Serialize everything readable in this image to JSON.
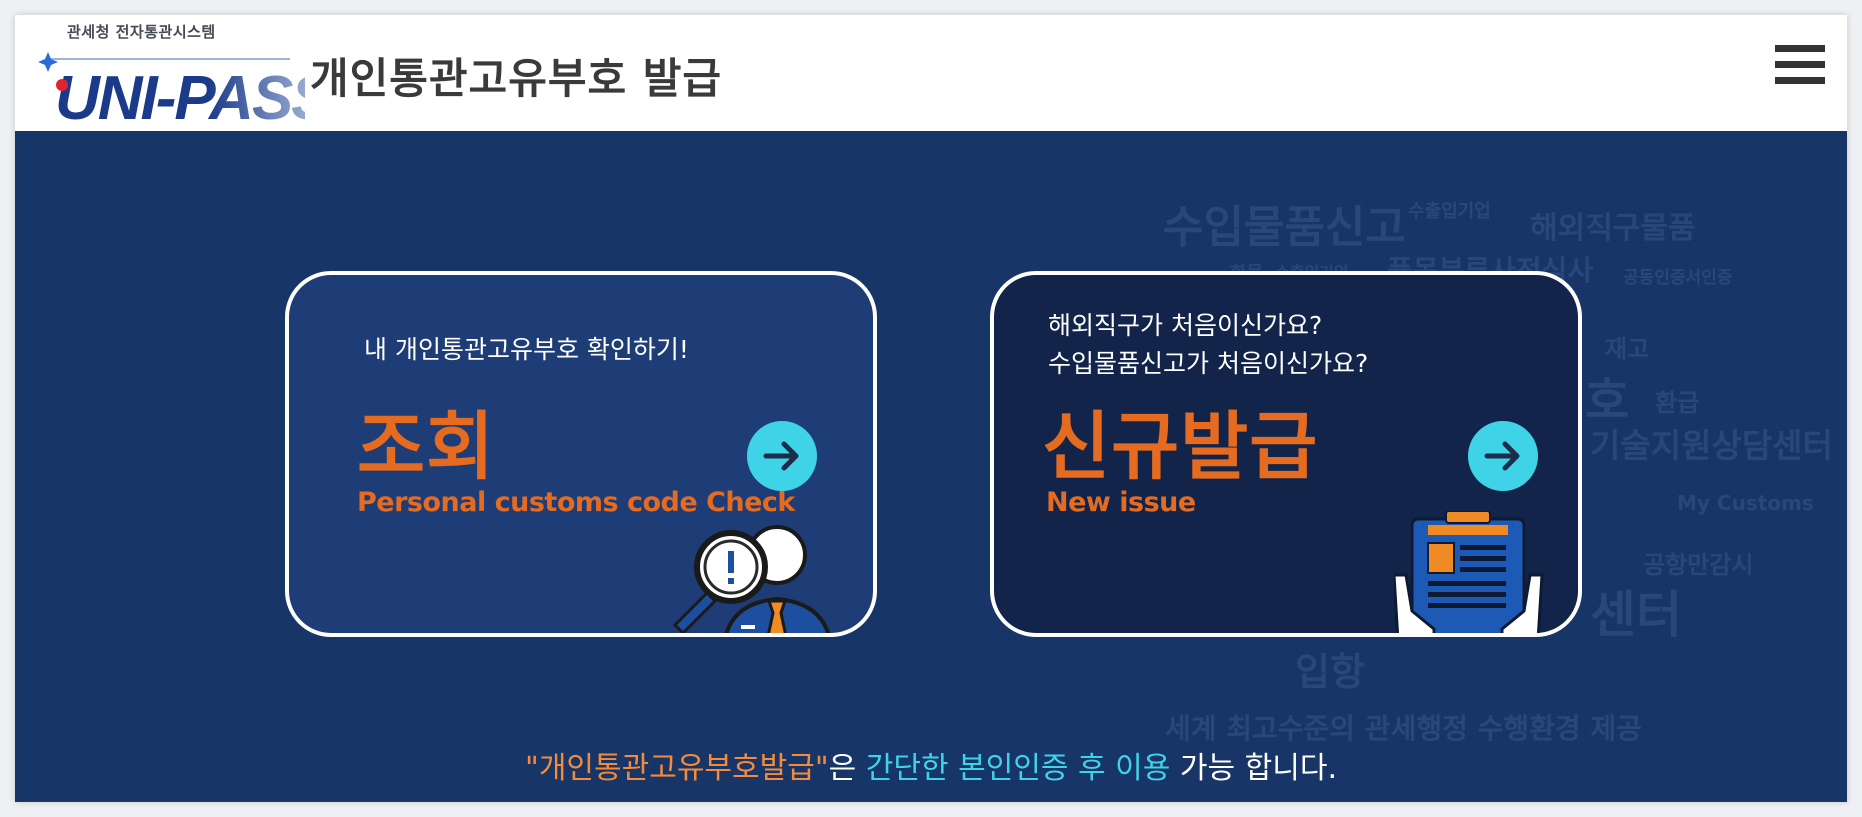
{
  "header": {
    "logo_caption": "관세청 전자통관시스템",
    "logo_text": "UNI-PASS",
    "title": "개인통관고유부호  발급",
    "menu_icon": "hamburger-menu-icon"
  },
  "cards": {
    "check": {
      "subtitle": "내 개인통관고유부호 확인하기!",
      "title": "조회",
      "english": "Personal customs code Check",
      "arrow_icon": "arrow-right-icon",
      "illustration": "magnifier-person-icon"
    },
    "new": {
      "subtitle_line1": "해외직구가 처음이신가요?",
      "subtitle_line2": "수입물품신고가 처음이신가요?",
      "title": "신규발급",
      "english": "New issue",
      "arrow_icon": "arrow-right-icon",
      "illustration": "clipboard-hands-icon"
    }
  },
  "footer": {
    "part1": "\"개인통관고유부호발급\"",
    "part2": "은 ",
    "part3": "간단한 본인인증 후 이용",
    "part4": " 가능 합니다."
  },
  "background_words": [
    "수입물품신고",
    "수출입기업",
    "해외직구물품",
    "화물",
    "수출입기업",
    "품목분류사전심사",
    "공동인증서인증",
    "재고",
    "호",
    "환급",
    "기술지원상담센터",
    "My Customs",
    "공항만감시",
    "센터",
    "세계 최고수준의 관세행정 수행환경 제공",
    "입항"
  ],
  "colors": {
    "hero_bg": "#173566",
    "card_check_bg": "#1e3d77",
    "card_new_bg": "#13244a",
    "accent_orange": "#e46b1f",
    "accent_cyan": "#3fd3e8"
  }
}
